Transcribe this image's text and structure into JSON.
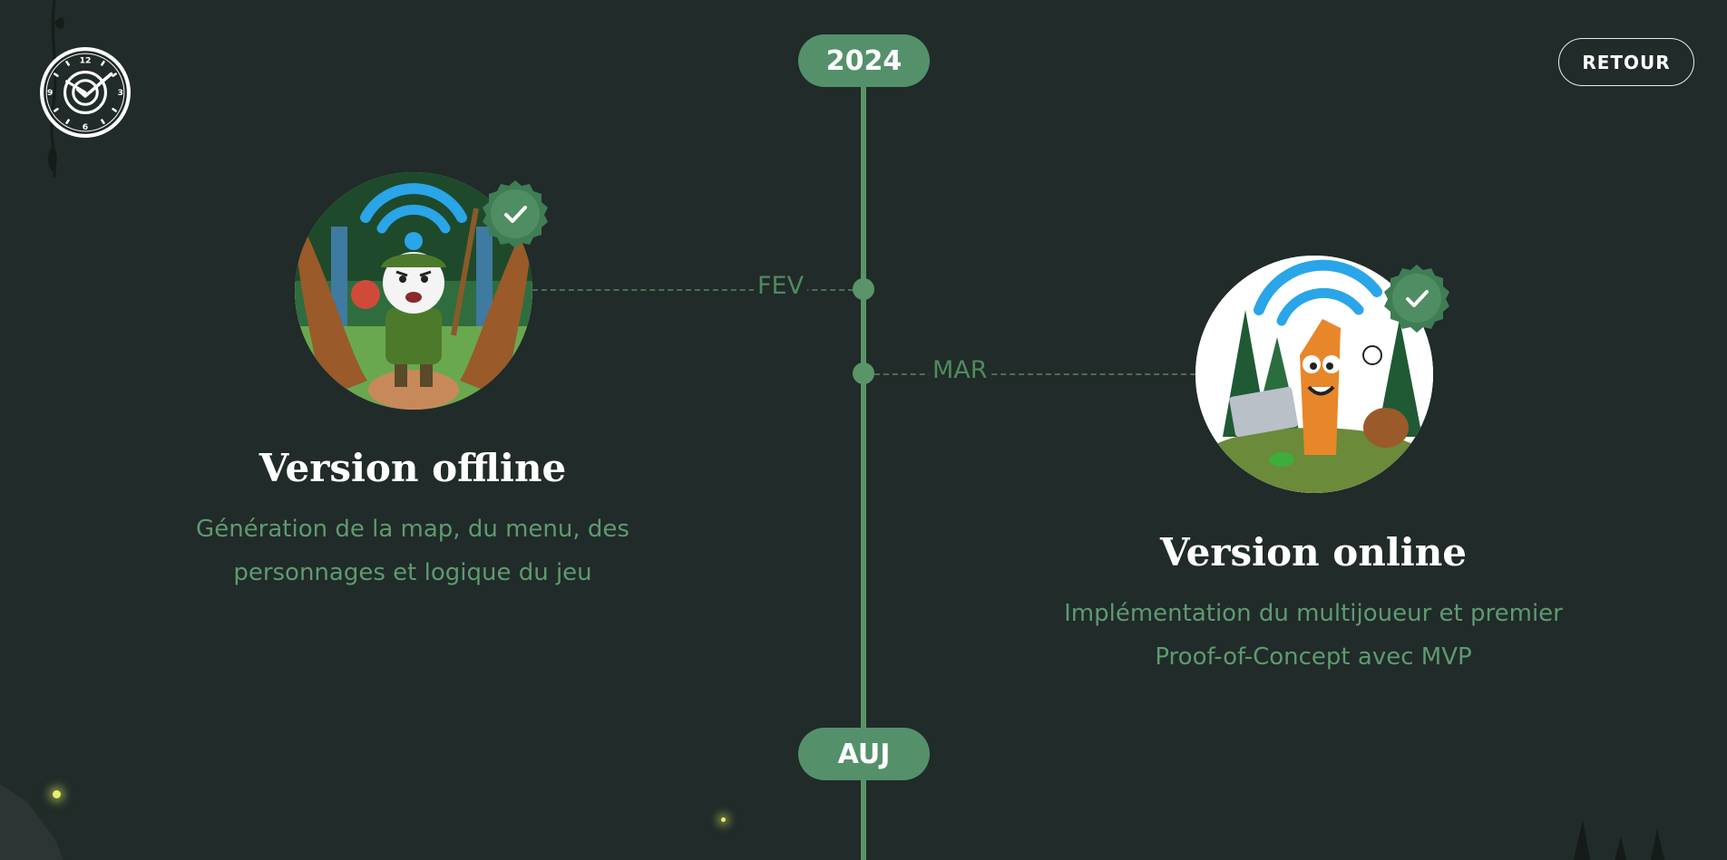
{
  "header": {
    "logo_icon": "clock-logo-icon",
    "back_button_label": "RETOUR"
  },
  "timeline": {
    "start_label": "2024",
    "end_label": "AUJ",
    "line_color": "#5a9468",
    "items": [
      {
        "month": "FEV",
        "title": "Version offline",
        "description": "Génération de la map, du menu, des personnages et logique du jeu",
        "status_icon": "check-badge-icon",
        "image_icon": "angry-hiker-wifi-illustration"
      },
      {
        "month": "MAR",
        "title": "Version online",
        "description": "Implémentation du multijoueur et premier Proof-of-Concept avec MVP",
        "status_icon": "check-badge-icon",
        "image_icon": "tree-laptop-wifi-illustration"
      }
    ]
  },
  "colors": {
    "background": "#212b29",
    "accent": "#54916a",
    "description_text": "#5e9a70",
    "title_text": "#ffffff"
  }
}
